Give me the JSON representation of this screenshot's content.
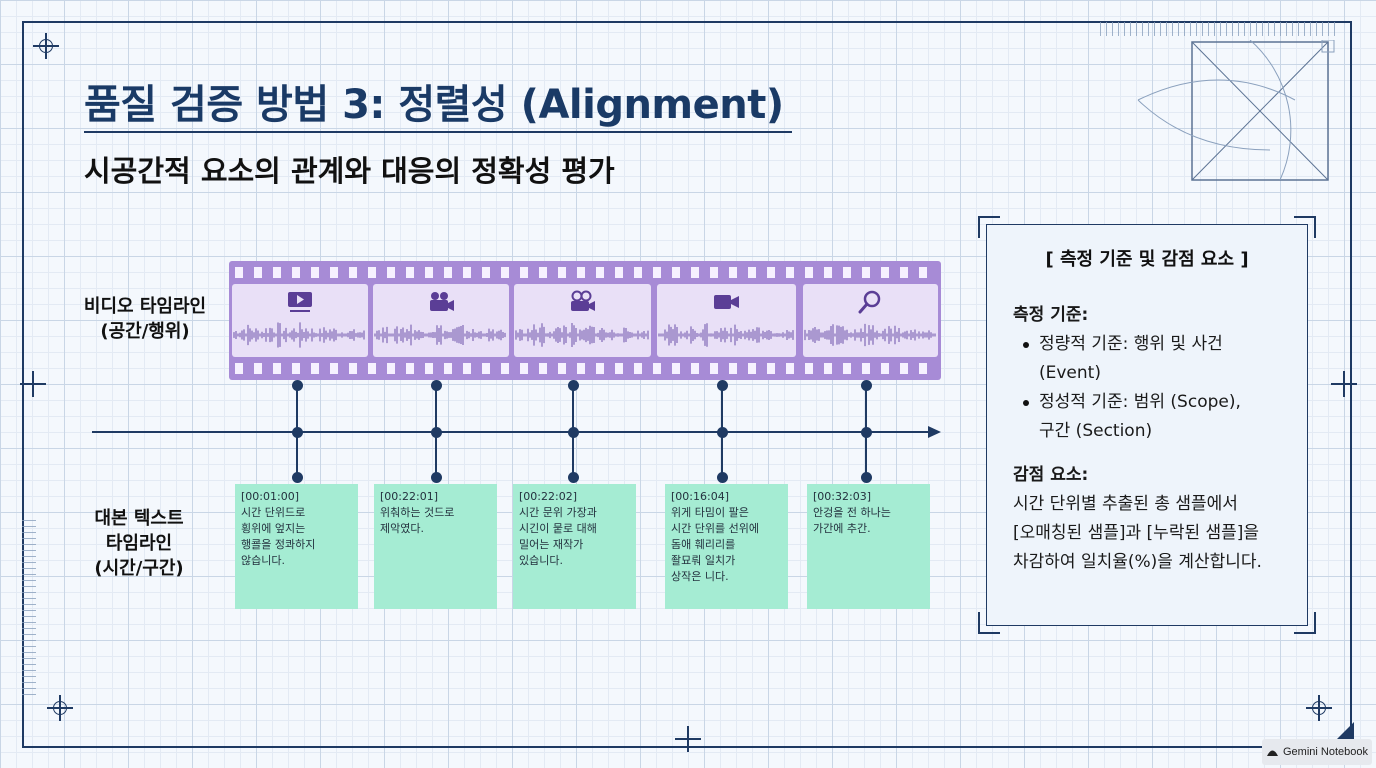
{
  "title": "품질 검증 방법 3: 정렬성 (Alignment)",
  "subtitle": "시공간적 요소의 관계와 대응의 정확성 평가",
  "lanes": {
    "video_line1": "비디오 타임라인",
    "video_line2": "(공간/행위)",
    "text_line1": "대본 텍스트",
    "text_line2": "타임라인",
    "text_line3": "(시간/구간)"
  },
  "frames": [
    {
      "icon": "video-player-icon"
    },
    {
      "icon": "movie-camera-icon"
    },
    {
      "icon": "film-camera-icon"
    },
    {
      "icon": "video-camera-icon"
    },
    {
      "icon": "magnifier-icon"
    }
  ],
  "notes": [
    {
      "timestamp": "[00:01:00]",
      "lines": [
        "시간 단위드로",
        "횡위에 엎지는",
        "행쿌을 정콰하지",
        "않습니다."
      ]
    },
    {
      "timestamp": "[00:22:01]",
      "lines": [
        "위춰하는 것드로",
        "제악였다."
      ]
    },
    {
      "timestamp": "[00:22:02]",
      "lines": [
        "시간 문위 가장과",
        "시긴이 뭍로 대해",
        "밀어는 재작가",
        "있습니다."
      ]
    },
    {
      "timestamp": "[00:16:04]",
      "lines": [
        "위게 타밈이 팔은",
        "시간 단위를 선위에",
        "돔애 훼리리를",
        "좔묘뤄 일치가",
        "상작은 니다."
      ]
    },
    {
      "timestamp": "[00:32:03]",
      "lines": [
        "안겅을 전 하나는",
        "가간에 추간."
      ]
    }
  ],
  "panel": {
    "title": "[ 측정 기준 및 감점 요소 ]",
    "criteria_heading": "측정 기준:",
    "criteria": [
      {
        "line1": "정량적 기준: 행위 및 사건",
        "line2": "(Event)"
      },
      {
        "line1": "정성적 기준: 범위 (Scope),",
        "line2": "구간 (Section)"
      }
    ],
    "deduction_heading": "감점 요소:",
    "deduction_lines": [
      "시간 단위별 추출된 총 샘플에서",
      "[오매칭된 샘플]과 [누락된 샘플]을",
      "차감하여 일치율(%)을 계산합니다."
    ]
  },
  "badge": {
    "label": "Gemini Notebook",
    "icon": "notebook-icon"
  },
  "colors": {
    "navy": "#1f3a63",
    "film": "#a78bd6",
    "frame": "#e9e0f7",
    "note": "#a5ecd3",
    "panel": "#eef4fb"
  }
}
